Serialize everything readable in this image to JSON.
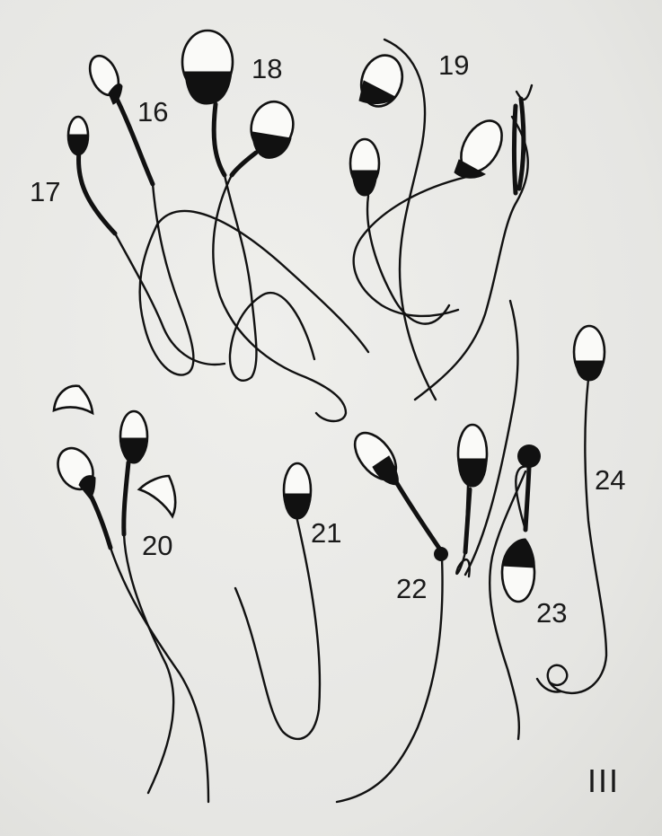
{
  "figure": {
    "plate_number": "III",
    "labels": {
      "l16": "16",
      "l17": "17",
      "l18": "18",
      "l19": "19",
      "l20": "20",
      "l21": "21",
      "l22": "22",
      "l23": "23",
      "l24": "24"
    }
  },
  "colors": {
    "paper": "#e9e9e6",
    "ink": "#111111"
  }
}
